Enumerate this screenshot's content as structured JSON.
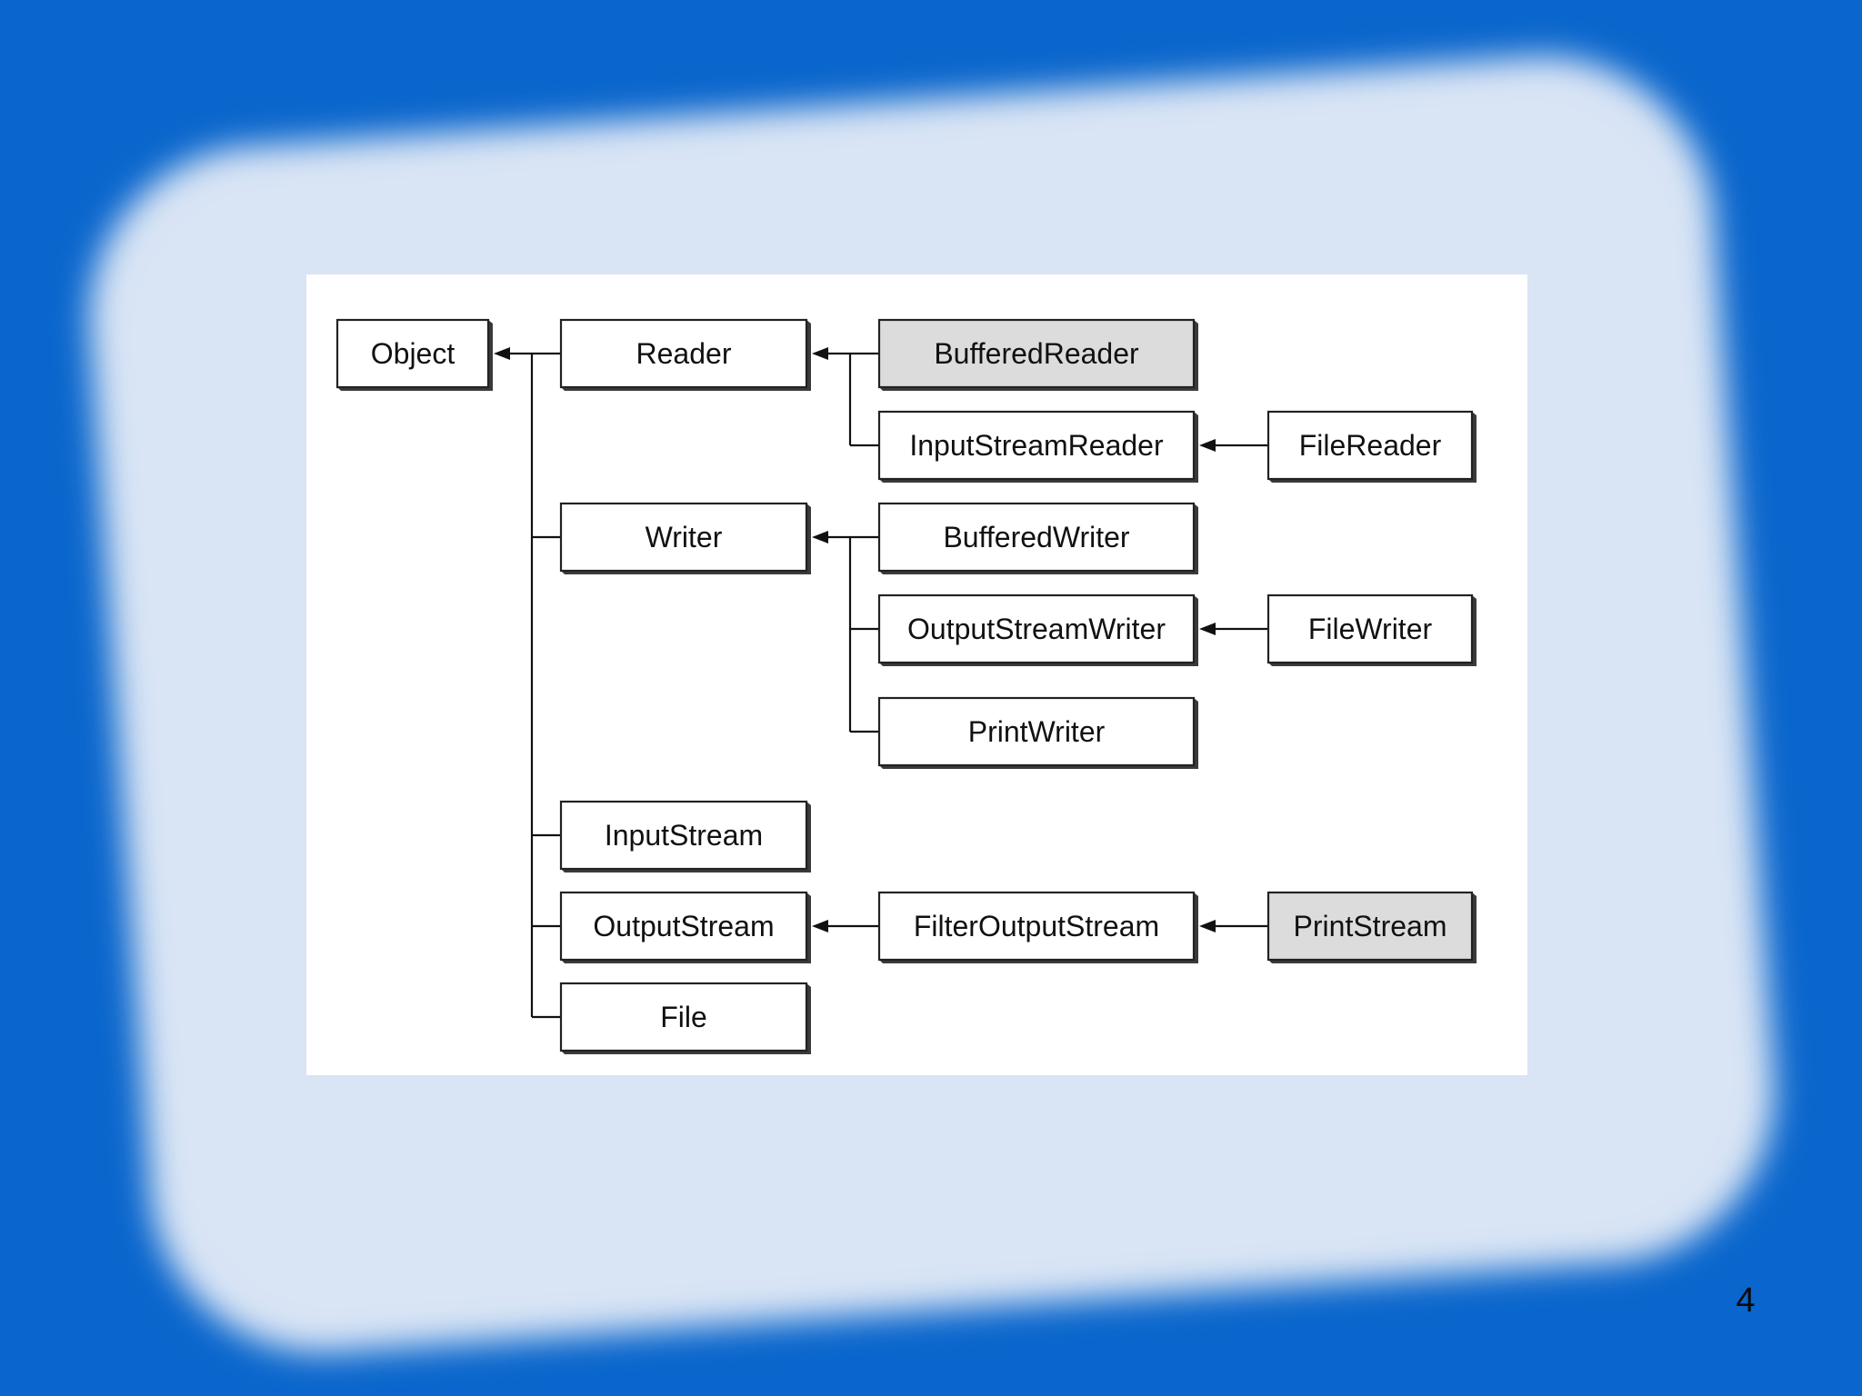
{
  "diagram": {
    "nodes": [
      {
        "id": "object",
        "label": "Object",
        "shaded": false
      },
      {
        "id": "reader",
        "label": "Reader",
        "shaded": false
      },
      {
        "id": "bufferedreader",
        "label": "BufferedReader",
        "shaded": true
      },
      {
        "id": "inputstreamreader",
        "label": "InputStreamReader",
        "shaded": false
      },
      {
        "id": "filereader",
        "label": "FileReader",
        "shaded": false
      },
      {
        "id": "writer",
        "label": "Writer",
        "shaded": false
      },
      {
        "id": "bufferedwriter",
        "label": "BufferedWriter",
        "shaded": false
      },
      {
        "id": "outputstreamwriter",
        "label": "OutputStreamWriter",
        "shaded": false
      },
      {
        "id": "filewriter",
        "label": "FileWriter",
        "shaded": false
      },
      {
        "id": "printwriter",
        "label": "PrintWriter",
        "shaded": false
      },
      {
        "id": "inputstream",
        "label": "InputStream",
        "shaded": false
      },
      {
        "id": "outputstream",
        "label": "OutputStream",
        "shaded": false
      },
      {
        "id": "filteroutputstream",
        "label": "FilterOutputStream",
        "shaded": false
      },
      {
        "id": "printstream",
        "label": "PrintStream",
        "shaded": true
      },
      {
        "id": "file",
        "label": "File",
        "shaded": false
      }
    ],
    "edges": [
      {
        "from": "reader",
        "to": "object"
      },
      {
        "from": "writer",
        "to": "object"
      },
      {
        "from": "inputstream",
        "to": "object"
      },
      {
        "from": "outputstream",
        "to": "object"
      },
      {
        "from": "file",
        "to": "object"
      },
      {
        "from": "bufferedreader",
        "to": "reader"
      },
      {
        "from": "inputstreamreader",
        "to": "reader"
      },
      {
        "from": "filereader",
        "to": "inputstreamreader"
      },
      {
        "from": "bufferedwriter",
        "to": "writer"
      },
      {
        "from": "outputstreamwriter",
        "to": "writer"
      },
      {
        "from": "printwriter",
        "to": "writer"
      },
      {
        "from": "filewriter",
        "to": "outputstreamwriter"
      },
      {
        "from": "filteroutputstream",
        "to": "outputstream"
      },
      {
        "from": "printstream",
        "to": "filteroutputstream"
      }
    ]
  },
  "slide": {
    "page_number": "4"
  },
  "colors": {
    "background": "#0a66cc",
    "shaded_node": "#dcdcdc"
  }
}
